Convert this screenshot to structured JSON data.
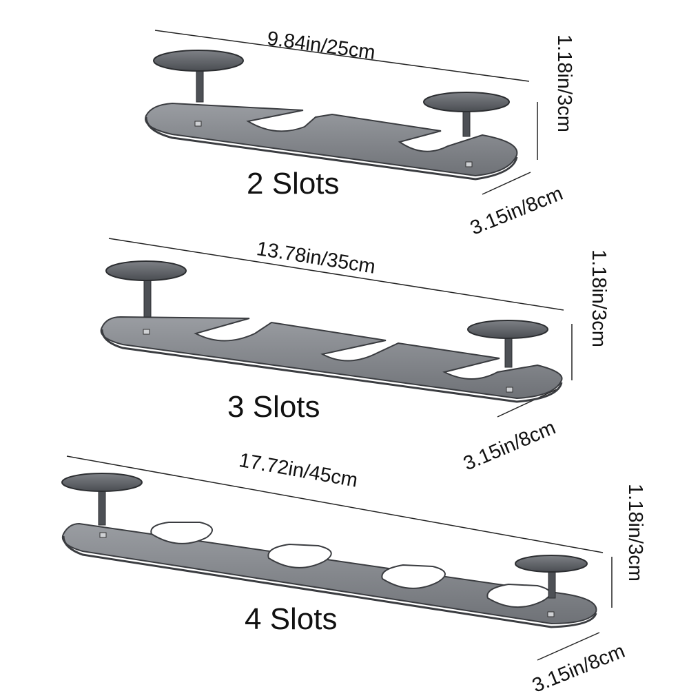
{
  "colors": {
    "metal_top": "#8c8f94",
    "metal_edge": "#3a3c40",
    "post": "#5b5e63",
    "line": "#222222"
  },
  "racks": [
    {
      "slots_label": "2 Slots",
      "length_label": "9.84in/25cm",
      "height_label": "1.18in/3cm",
      "depth_label": "3.15in/8cm"
    },
    {
      "slots_label": "3 Slots",
      "length_label": "13.78in/35cm",
      "height_label": "1.18in/3cm",
      "depth_label": "3.15in/8cm"
    },
    {
      "slots_label": "4 Slots",
      "length_label": "17.72in/45cm",
      "height_label": "1.18in/3cm",
      "depth_label": "3.15in/8cm"
    }
  ]
}
